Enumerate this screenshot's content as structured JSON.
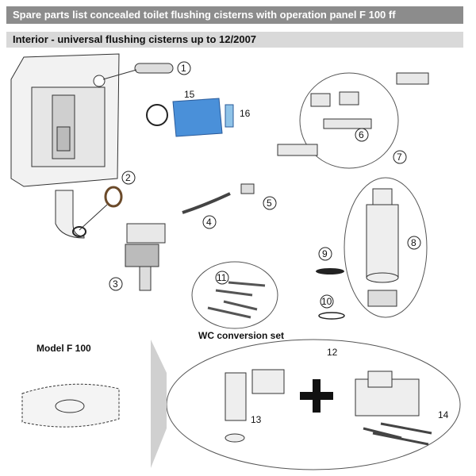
{
  "header": {
    "title": "Spare parts list concealed toilet flushing cisterns with operation panel F 100 ff",
    "section": "Interior - universal flushing cisterns up to 12/2007"
  },
  "parts": {
    "p1": "1",
    "p2": "2",
    "p3": "3",
    "p4": "4",
    "p5": "5",
    "p6": "6",
    "p7": "7",
    "p8": "8",
    "p9": "9",
    "p10": "10",
    "p11": "11",
    "p12": "12",
    "p13": "13",
    "p14": "14",
    "p15": "15",
    "p16": "16"
  },
  "labels": {
    "wc_conversion": "WC conversion set",
    "model": "Model F 100"
  },
  "colors": {
    "title_bar": "#8c8c8c",
    "section_bar": "#d9d9d9",
    "bag_blue": "#4a90d9"
  }
}
